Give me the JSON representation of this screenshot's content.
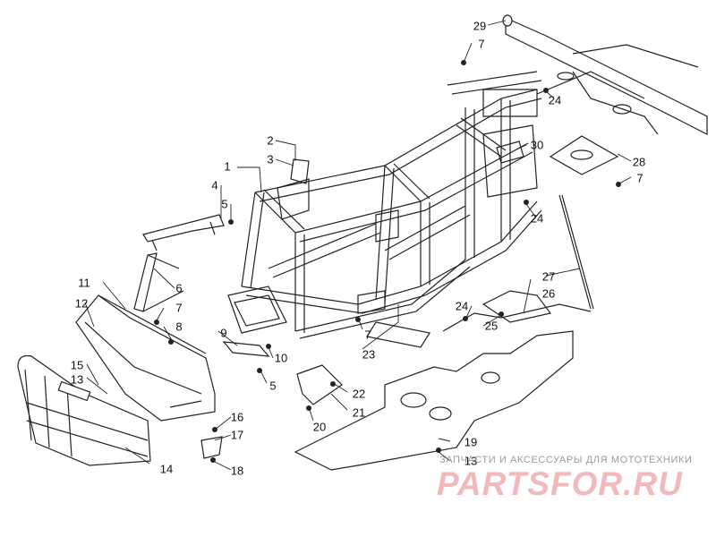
{
  "callouts": [
    "1",
    "2",
    "3",
    "4",
    "5",
    "5",
    "6",
    "7",
    "7",
    "7",
    "7",
    "8",
    "9",
    "10",
    "11",
    "12",
    "13",
    "13",
    "14",
    "15",
    "16",
    "17",
    "18",
    "19",
    "20",
    "21",
    "22",
    "23",
    "24",
    "24",
    "24",
    "25",
    "26",
    "27",
    "28",
    "29",
    "30"
  ],
  "watermark": {
    "subtitle": "ЗАПЧАСТИ И АКСЕССУАРЫ ДЛЯ МОТОТЕХНИКИ",
    "logo": "PARTSFOR.RU"
  }
}
